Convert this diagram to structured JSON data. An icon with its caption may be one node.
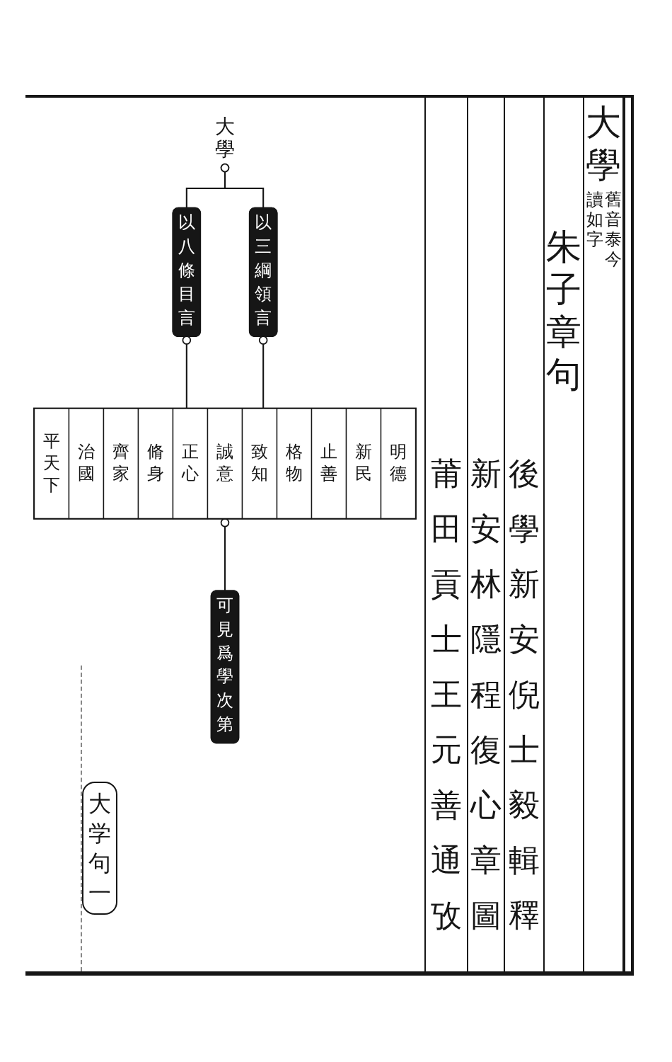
{
  "diagram": {
    "title": "大學",
    "nodes": [
      {
        "text": [
          "大學"
        ]
      },
      {
        "text": [
          "以三綱領言"
        ]
      },
      {
        "text": [
          "以八條目言"
        ]
      },
      {
        "text": [],
        "shape": "box"
      },
      {
        "text": [
          "明德"
        ],
        "in": 3
      },
      {
        "text": [
          "新民"
        ],
        "in": 3
      },
      {
        "text": [
          "止善"
        ],
        "in": 3
      },
      {
        "text": [
          "格物"
        ],
        "in": 3
      },
      {
        "text": [
          "致知"
        ],
        "in": 3
      },
      {
        "text": [
          "誠意"
        ],
        "in": 3
      },
      {
        "text": [
          "正心"
        ],
        "in": 3
      },
      {
        "text": [
          "脩身"
        ],
        "in": 3
      },
      {
        "text": [
          "齊家"
        ],
        "in": 3
      },
      {
        "text": [
          "治國"
        ],
        "in": 3
      },
      {
        "text": [
          "平天下"
        ],
        "in": 3
      },
      {
        "text": [
          "可見爲學次第"
        ]
      }
    ],
    "edges": [
      {
        "from": 0,
        "to": 2,
        "arrow": "other"
      },
      {
        "from": 0,
        "to": 1,
        "arrow": "other"
      },
      {
        "from": 2,
        "to": 3,
        "arrow": "other"
      },
      {
        "from": 1,
        "to": 3,
        "arrow": "other"
      },
      {
        "from": 3,
        "to": 15,
        "arrow": "other"
      }
    ],
    "labels": [
      "舊音泰今讀如字",
      "朱子章句",
      "後學新安倪士毅輯釋",
      "新安林隱程復心章圖",
      "莆田貢士王元善通攷",
      "大学句一"
    ]
  }
}
